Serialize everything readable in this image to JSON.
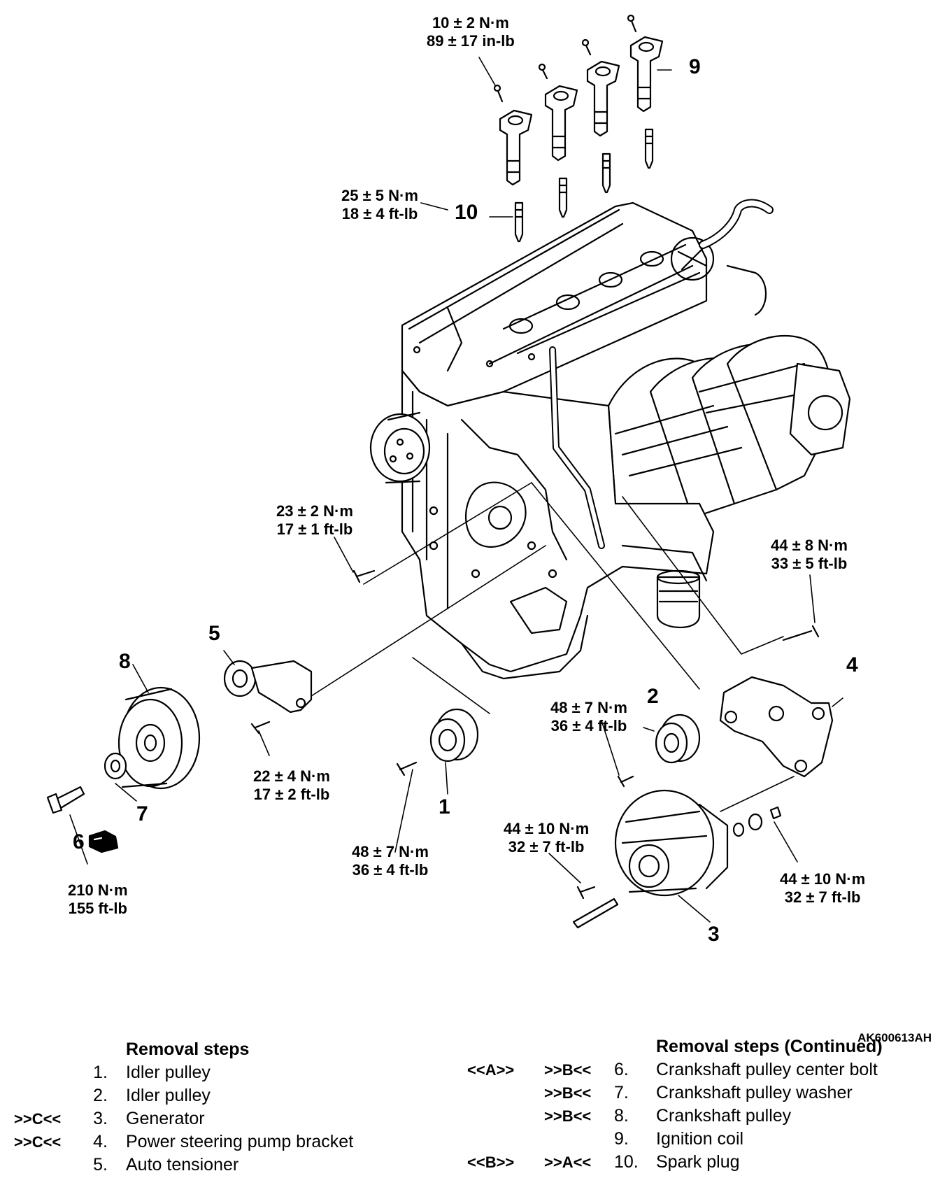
{
  "figure_code": "AK600613AH",
  "torque_labels": {
    "coil": [
      "10 ± 2 N·m",
      "89 ± 17 in-lb"
    ],
    "spark": [
      "25 ± 5 N·m",
      "18 ± 4 ft-lb"
    ],
    "t23": [
      "23 ± 2 N·m",
      "17 ± 1 ft-lb"
    ],
    "t44_8": [
      "44 ± 8 N·m",
      "33 ± 5 ft-lb"
    ],
    "t48_right": [
      "48 ± 7 N·m",
      "36 ± 4 ft-lb"
    ],
    "t22": [
      "22 ± 4 N·m",
      "17 ± 2 ft-lb"
    ],
    "t48_left": [
      "48 ± 7 N·m",
      "36 ± 4 ft-lb"
    ],
    "t44_10_left": [
      "44 ± 10 N·m",
      "32 ± 7 ft-lb"
    ],
    "t44_10_right": [
      "44 ± 10 N·m",
      "32 ± 7 ft-lb"
    ],
    "t210": [
      "210 N·m",
      "155 ft-lb"
    ]
  },
  "callouts": [
    "1",
    "2",
    "3",
    "4",
    "5",
    "6",
    "7",
    "8",
    "9",
    "10"
  ],
  "removal_steps": {
    "title": "Removal steps",
    "items": [
      {
        "c1": "",
        "num": "1.",
        "text": "Idler pulley"
      },
      {
        "c1": "",
        "num": "2.",
        "text": "Idler pulley"
      },
      {
        "c1": ">>C<<",
        "num": "3.",
        "text": "Generator"
      },
      {
        "c1": ">>C<<",
        "num": "4.",
        "text": "Power steering pump bracket"
      },
      {
        "c1": "",
        "num": "5.",
        "text": "Auto tensioner"
      }
    ]
  },
  "removal_steps_continued": {
    "title": "Removal steps (Continued)",
    "items": [
      {
        "c1": "<<A>>",
        "c2": ">>B<<",
        "num": "6.",
        "text": "Crankshaft pulley center bolt"
      },
      {
        "c1": "",
        "c2": ">>B<<",
        "num": "7.",
        "text": "Crankshaft pulley washer"
      },
      {
        "c1": "",
        "c2": ">>B<<",
        "num": "8.",
        "text": "Crankshaft pulley"
      },
      {
        "c1": "",
        "c2": "",
        "num": "9.",
        "text": "Ignition coil"
      },
      {
        "c1": "<<B>>",
        "c2": ">>A<<",
        "num": "10.",
        "text": "Spark plug"
      }
    ]
  }
}
